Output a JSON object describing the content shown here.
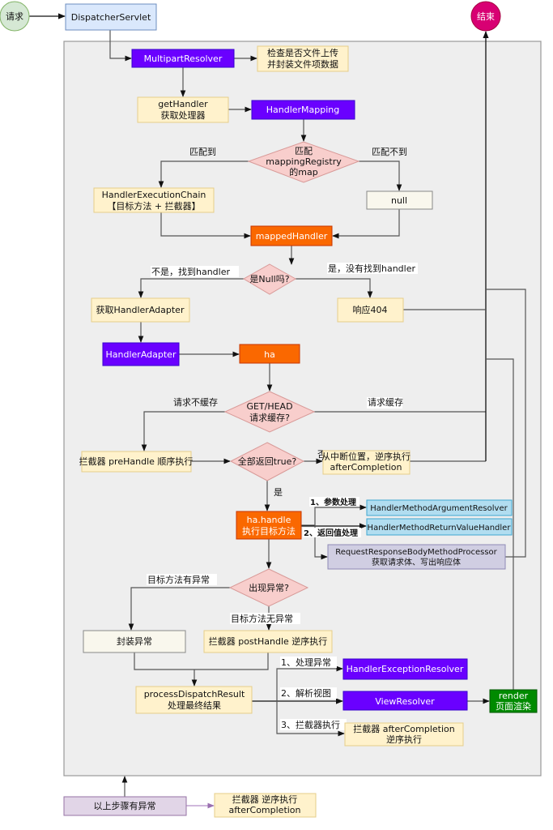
{
  "colors": {
    "container_bg": "#eeeeee",
    "purple": "#6a00ff",
    "orange": "#fa6800",
    "yellow_box": "#fff2cc",
    "yellow_border": "#e6cd8a",
    "diamond": "#f8cecc",
    "diamond_border": "#e0a6a4",
    "blue_box": "#b1ddf0",
    "blue_border": "#3fa7d0",
    "lavender": "#d0cee2",
    "lavender_border": "#8f8bb5",
    "green": "#008a00",
    "start_fill": "#d5e8d4",
    "end_fill": "#d80073",
    "light_blue": "#dae8fc"
  },
  "nodes": {
    "start": "请求",
    "end": "结束",
    "dispatcher": "DispatcherServlet",
    "multipart": "MultipartResolver",
    "multipart_note": [
      "检查是否文件上传",
      "并封装文件项数据"
    ],
    "get_handler": [
      "getHandler",
      "获取处理器"
    ],
    "handler_mapping": "HandlerMapping",
    "match_decision": [
      "匹配",
      "mappingRegistry",
      "的map"
    ],
    "execution_chain": [
      "HandlerExecutionChain",
      "【目标方法 + 拦截器】"
    ],
    "null_box": "null",
    "mapped_handler": "mappedHandler",
    "is_null_decision": "是Null吗?",
    "get_adapter": "获取HandlerAdapter",
    "resp_404": "响应404",
    "handler_adapter": "HandlerAdapter",
    "ha": "ha",
    "cache_decision": [
      "GET/HEAD",
      "请求缓存?"
    ],
    "pre_handle": "拦截器 preHandle 顺序执行",
    "all_true_decision": "全部返回true?",
    "after_completion_mid": [
      "从中断位置，逆序执行",
      "afterCompletion"
    ],
    "ha_handle": [
      "ha.handle",
      "执行目标方法"
    ],
    "arg_resolver": "HandlerMethodArgumentResolver",
    "return_handler": "HandlerMethodReturnValueHandler",
    "rrbmp": [
      "RequestResponseBodyMethodProcessor",
      "获取请求体、写出响应体"
    ],
    "exception_decision": "出现异常?",
    "wrap_exception": "封装异常",
    "post_handle": "拦截器 postHandle 逆序执行",
    "exception_resolver": "HandlerExceptionResolver",
    "process_result": [
      "processDispatchResult",
      "处理最终结果"
    ],
    "view_resolver": "ViewResolver",
    "render": [
      "render",
      "页面渲染"
    ],
    "after_completion_end": [
      "拦截器 afterCompletion",
      "逆序执行"
    ],
    "error_steps": "以上步骤有异常",
    "error_after": [
      "拦截器 逆序执行",
      "afterCompletion"
    ]
  },
  "edge_labels": {
    "matched": "匹配到",
    "not_matched": "匹配不到",
    "not_null": "不是，找到handler",
    "is_null": "是，没有找到handler",
    "no_cache": "请求不缓存",
    "cache": "请求缓存",
    "no": "否",
    "yes": "是",
    "param": "1、参数处理",
    "ret": "2、返回值处理",
    "has_ex": "目标方法有异常",
    "no_ex": "目标方法无异常",
    "step1": "1、处理异常",
    "step2": "2、解析视图",
    "step3": "3、拦截器执行"
  }
}
